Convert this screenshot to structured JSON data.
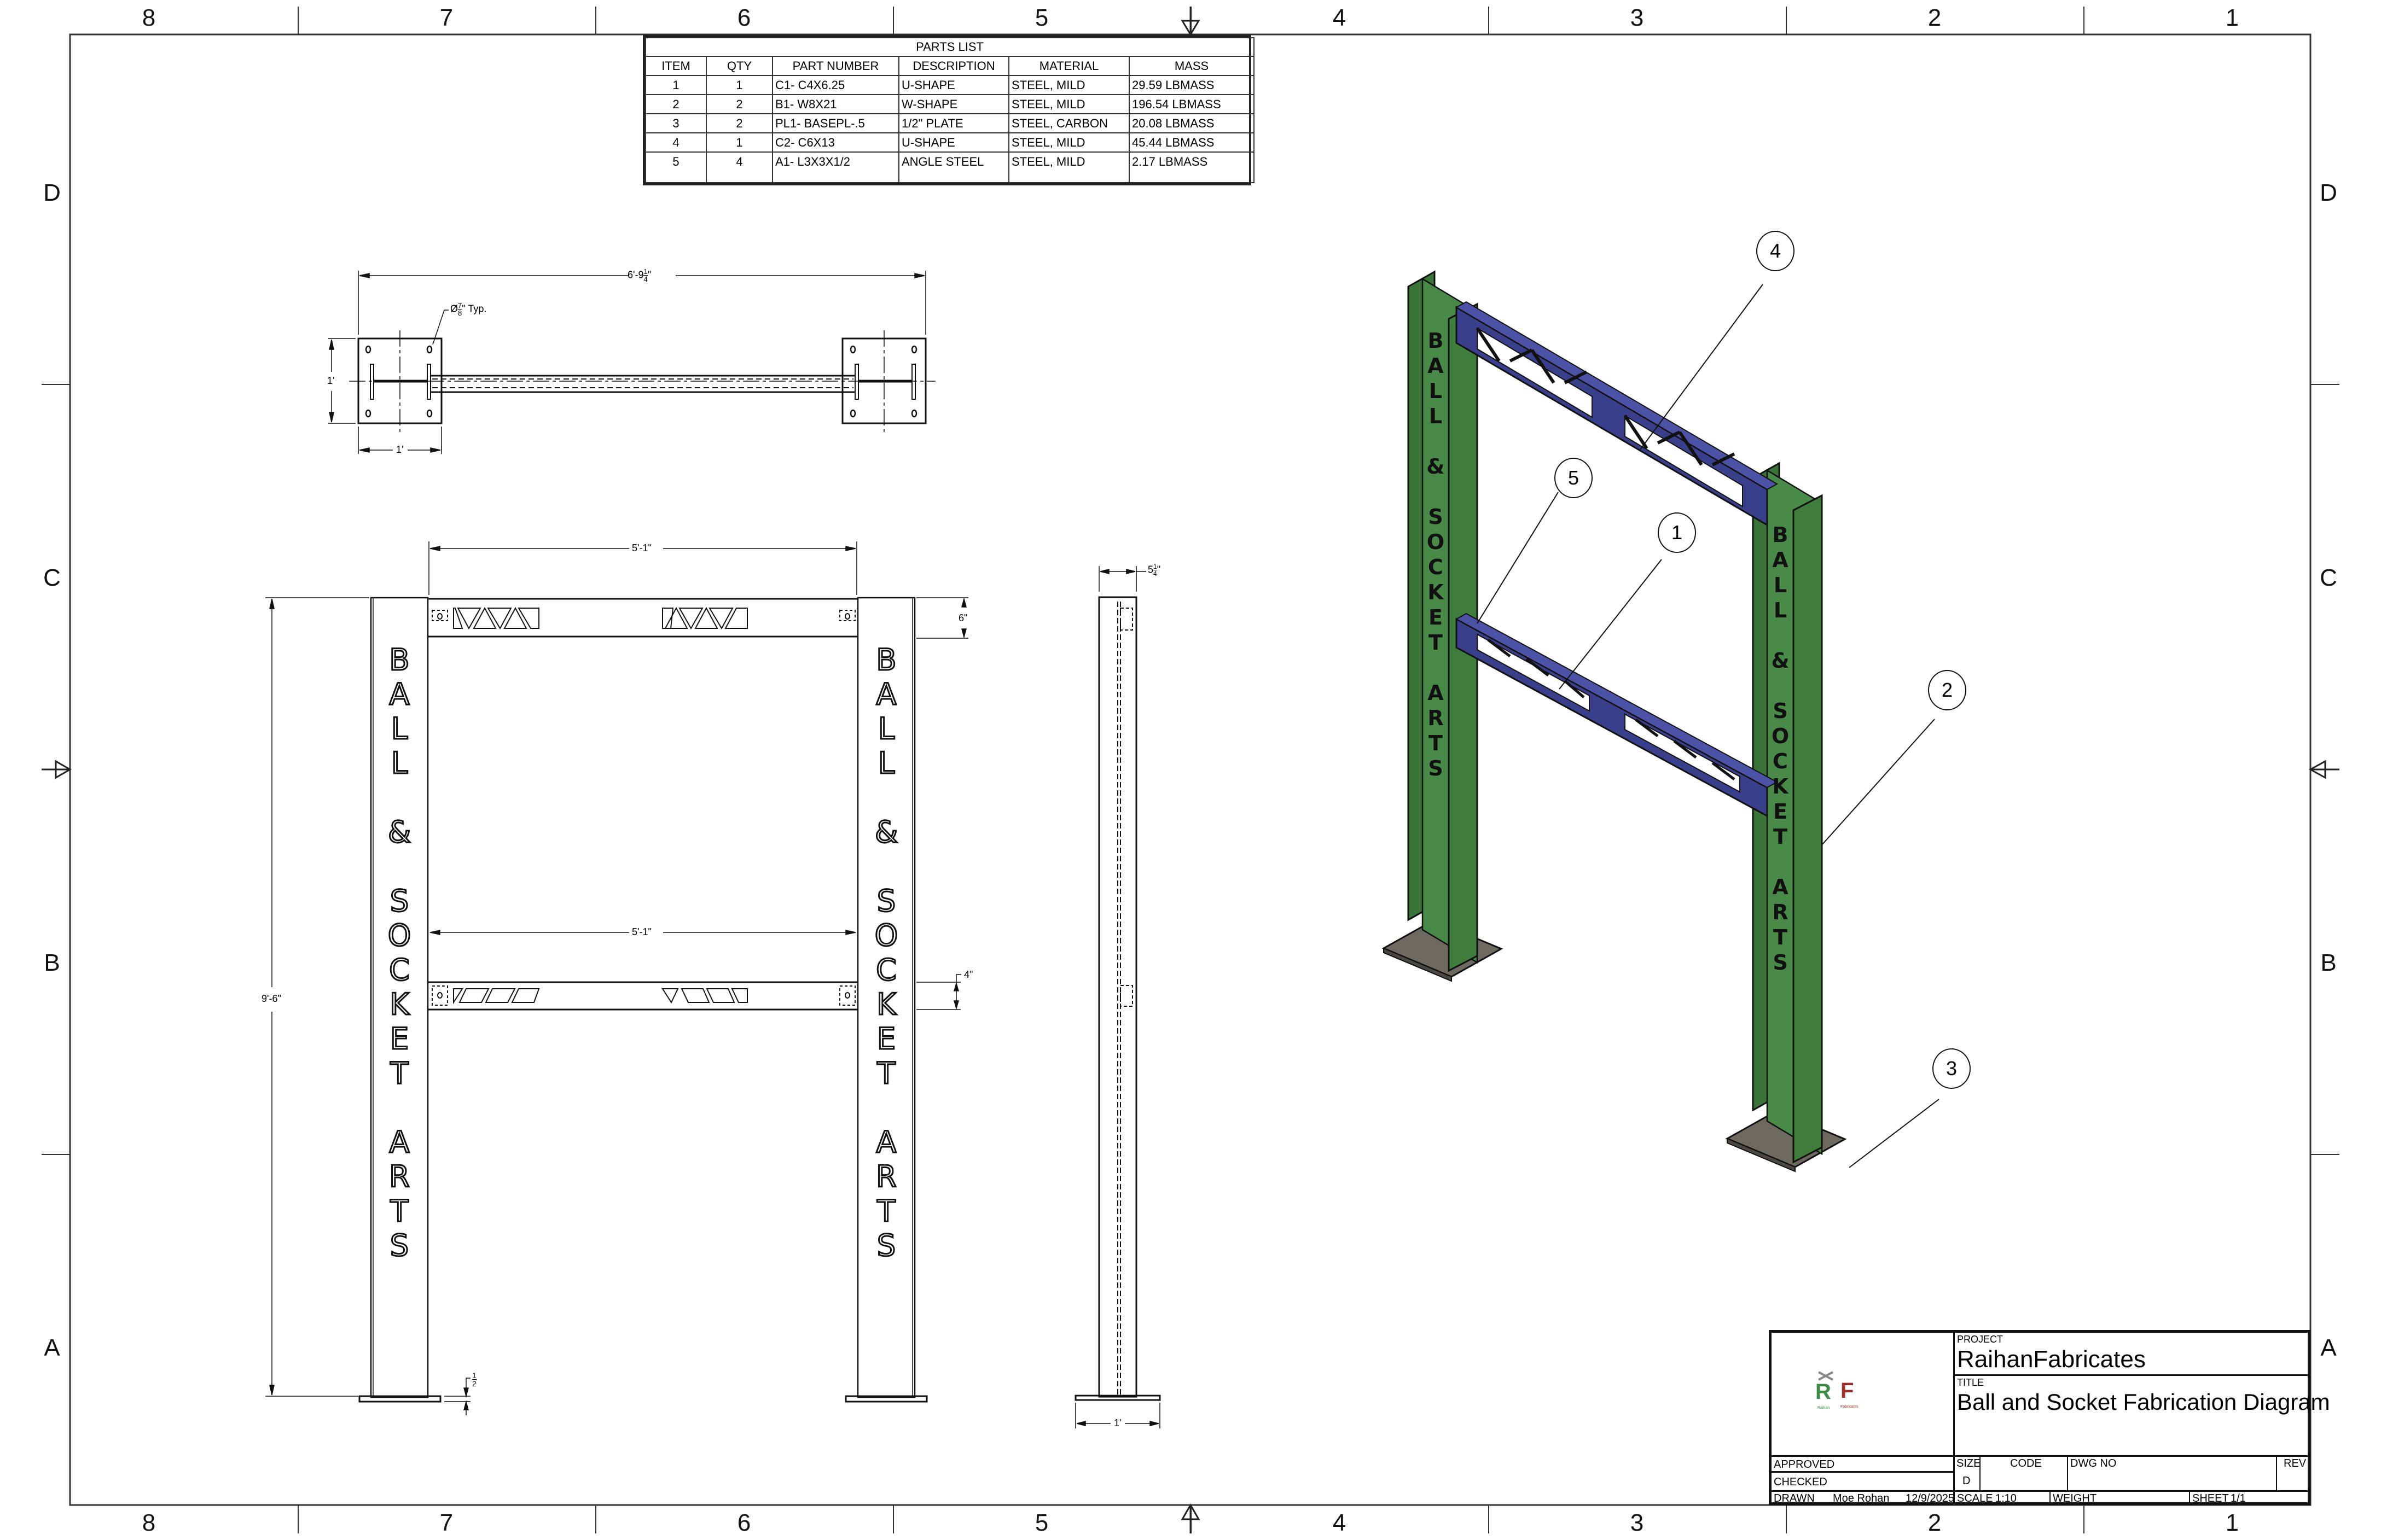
{
  "sheet": {
    "size": "D",
    "columns_top": [
      "8",
      "7",
      "6",
      "5",
      "4",
      "3",
      "2",
      "1"
    ],
    "columns_bottom": [
      "8",
      "7",
      "6",
      "5",
      "4",
      "3",
      "2",
      "1"
    ],
    "rows_left": [
      "D",
      "C",
      "B",
      "A"
    ],
    "rows_right": [
      "D",
      "C",
      "B",
      "A"
    ]
  },
  "parts_list": {
    "title": "PARTS LIST",
    "headers": [
      "ITEM",
      "QTY",
      "PART NUMBER",
      "DESCRIPTION",
      "MATERIAL",
      "MASS"
    ],
    "rows": [
      {
        "item": "1",
        "qty": "1",
        "part_number": "C1- C4X6.25",
        "description": "U-SHAPE",
        "material": "STEEL, MILD",
        "mass": "29.59 LBMASS"
      },
      {
        "item": "2",
        "qty": "2",
        "part_number": "B1- W8X21",
        "description": "W-SHAPE",
        "material": "STEEL, MILD",
        "mass": "196.54 LBMASS"
      },
      {
        "item": "3",
        "qty": "2",
        "part_number": "PL1- BASEPL-.5",
        "description": "1/2\" PLATE",
        "material": "STEEL, CARBON",
        "mass": "20.08 LBMASS"
      },
      {
        "item": "4",
        "qty": "1",
        "part_number": "C2- C6X13",
        "description": "U-SHAPE",
        "material": "STEEL, MILD",
        "mass": "45.44 LBMASS"
      },
      {
        "item": "5",
        "qty": "4",
        "part_number": "A1- L3X3X1/2",
        "description": "ANGLE STEEL",
        "material": "STEEL, MILD",
        "mass": "2.17 LBMASS"
      }
    ]
  },
  "top_view": {
    "overall_width": "6'-9",
    "overall_width_frac_num": "1",
    "overall_width_frac_den": "4",
    "hole_callout_prefix": "Ø",
    "hole_callout_num": "7",
    "hole_callout_den": "8",
    "hole_callout_suffix": "\" Typ.",
    "plate_height": "1'",
    "plate_width": "1'"
  },
  "front_view": {
    "top_span": "5'-1\"",
    "middle_span": "5'-1\"",
    "top_beam_depth": "6\"",
    "lower_beam_offset": "4\"",
    "overall_height": "9'-6\"",
    "plate_thickness_num": "1",
    "plate_thickness_den": "2",
    "column_lettering": [
      "B",
      "A",
      "L",
      "L",
      "",
      "&",
      "",
      "S",
      "O",
      "C",
      "K",
      "E",
      "T",
      "",
      "A",
      "R",
      "T",
      "S"
    ]
  },
  "side_view": {
    "flange_width": "5",
    "flange_width_num": "1",
    "flange_width_den": "4",
    "base_width": "1'"
  },
  "iso_view": {
    "lettering": "BALL & SOCKET ARTS",
    "balloons": [
      "4",
      "5",
      "1",
      "2",
      "3"
    ],
    "colors": {
      "column_green": "#3f7d3d",
      "column_green_light": "#4f9150",
      "beam_blue": "#3a3f8c",
      "plate_gray": "#6e6a62"
    }
  },
  "title_block": {
    "project_label": "PROJECT",
    "project": "RaihanFabricates",
    "title_label": "TITLE",
    "title": "Ball and Socket Fabrication Diagram",
    "approved_label": "APPROVED",
    "checked_label": "CHECKED",
    "drawn_label": "DRAWN",
    "drawn_by": "Moe Rohan",
    "drawn_date": "12/9/2025",
    "size_label": "SIZE",
    "size": "D",
    "code_label": "CODE",
    "dwg_no_label": "DWG NO",
    "rev_label": "REV",
    "scale_label": "SCALE",
    "scale": "1:10",
    "weight_label": "WEIGHT",
    "sheet_label": "SHEET",
    "sheet": "1/1",
    "logo": {
      "left": "R",
      "right": "F",
      "left_caption": "Raihan",
      "right_caption": "Fabricates",
      "left_color": "#3c8a45",
      "right_color": "#9b2f2a"
    }
  }
}
